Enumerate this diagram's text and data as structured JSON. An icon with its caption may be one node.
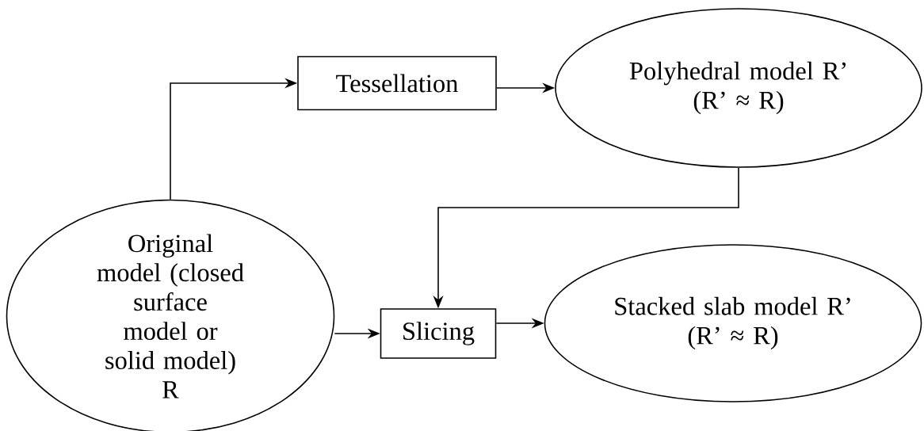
{
  "diagram": {
    "nodes": [
      {
        "text": [
          "Original model (closed surface model or solid model)",
          "R"
        ]
      },
      {
        "text": [
          "Tessellation"
        ]
      },
      {
        "text": [
          "Polyhedral model  R’",
          "(R’ ≈ R)"
        ]
      },
      {
        "text": [
          "Slicing"
        ]
      },
      {
        "text": [
          "Stacked slab model  R’",
          "(R’ ≈ R)"
        ]
      }
    ],
    "edges": [
      {
        "from": 0,
        "to": 1,
        "arrow": "to"
      },
      {
        "from": 1,
        "to": 2,
        "arrow": "to"
      },
      {
        "from": 2,
        "to": 3,
        "arrow": "to"
      },
      {
        "from": 0,
        "to": 3,
        "arrow": "to"
      },
      {
        "from": 3,
        "to": 4,
        "arrow": "to"
      }
    ]
  }
}
